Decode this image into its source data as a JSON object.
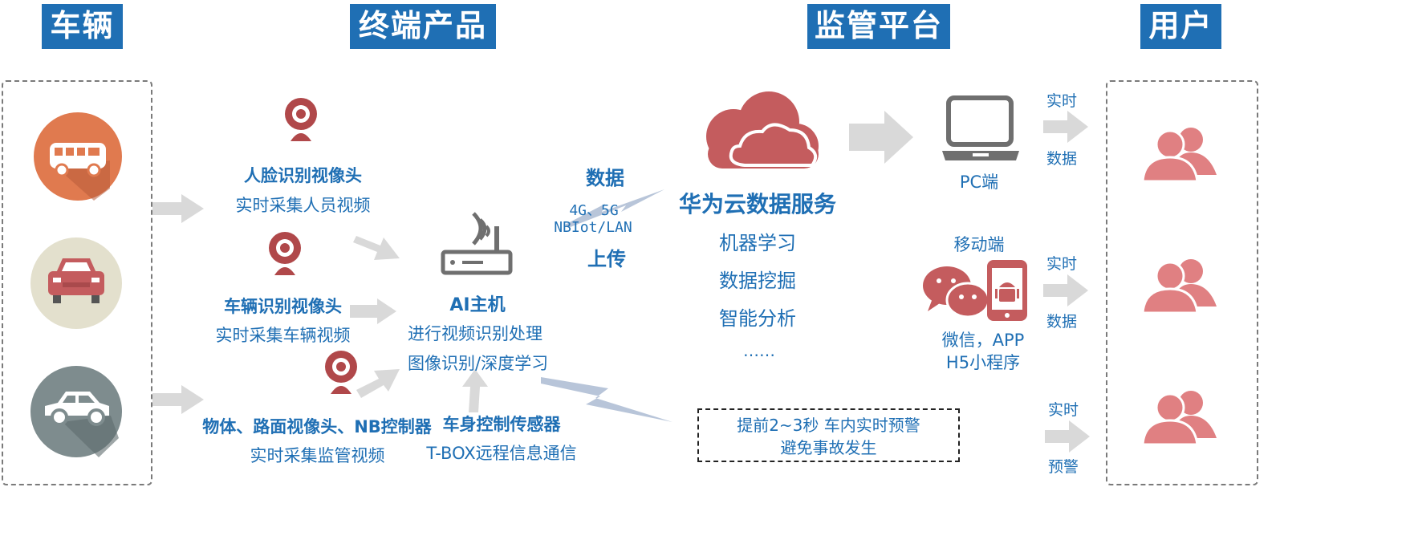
{
  "headers": {
    "vehicle": "车辆",
    "terminal": "终端产品",
    "platform": "监管平台",
    "user": "用户"
  },
  "cameras": {
    "face": {
      "title": "人脸识别视像头",
      "desc": "实时采集人员视频"
    },
    "vehicle": {
      "title": "车辆识别视像头",
      "desc": "实时采集车辆视频"
    },
    "object": {
      "title": "物体、路面视像头、NB控制器",
      "desc": "实时采集监管视频"
    }
  },
  "ai_host": {
    "title": "AI主机",
    "line1": "进行视频识别处理",
    "line2": "图像识别/深度学习"
  },
  "sensor": {
    "title": "车身控制传感器",
    "desc": "T-BOX远程信息通信"
  },
  "upload": {
    "top": "数据",
    "net1": "4G、5G",
    "net2": "NBIot/LAN",
    "bottom": "上传"
  },
  "cloud": {
    "title": "华为云数据服务",
    "items": [
      "机器学习",
      "数据挖掘",
      "智能分析",
      "……"
    ]
  },
  "pc": {
    "label": "PC端"
  },
  "mobile": {
    "label": "移动端",
    "line1": "微信，APP",
    "line2": "H5小程序"
  },
  "warning": {
    "line1": "提前2~3秒 车内实时预警",
    "line2": "避免事故发生"
  },
  "flows": [
    {
      "top": "实时",
      "bottom": "数据"
    },
    {
      "top": "实时",
      "bottom": "数据"
    },
    {
      "top": "实时",
      "bottom": "预警"
    }
  ],
  "colors": {
    "header_bg": "#1f6fb4",
    "accent_red": "#c45c5e",
    "bus_circle": "#e07a4f",
    "car_circle": "#e3e0cd",
    "car3_circle": "#7e8c8e",
    "text_blue": "#1f6fb4",
    "arrow_gray": "#d9d9d9"
  }
}
